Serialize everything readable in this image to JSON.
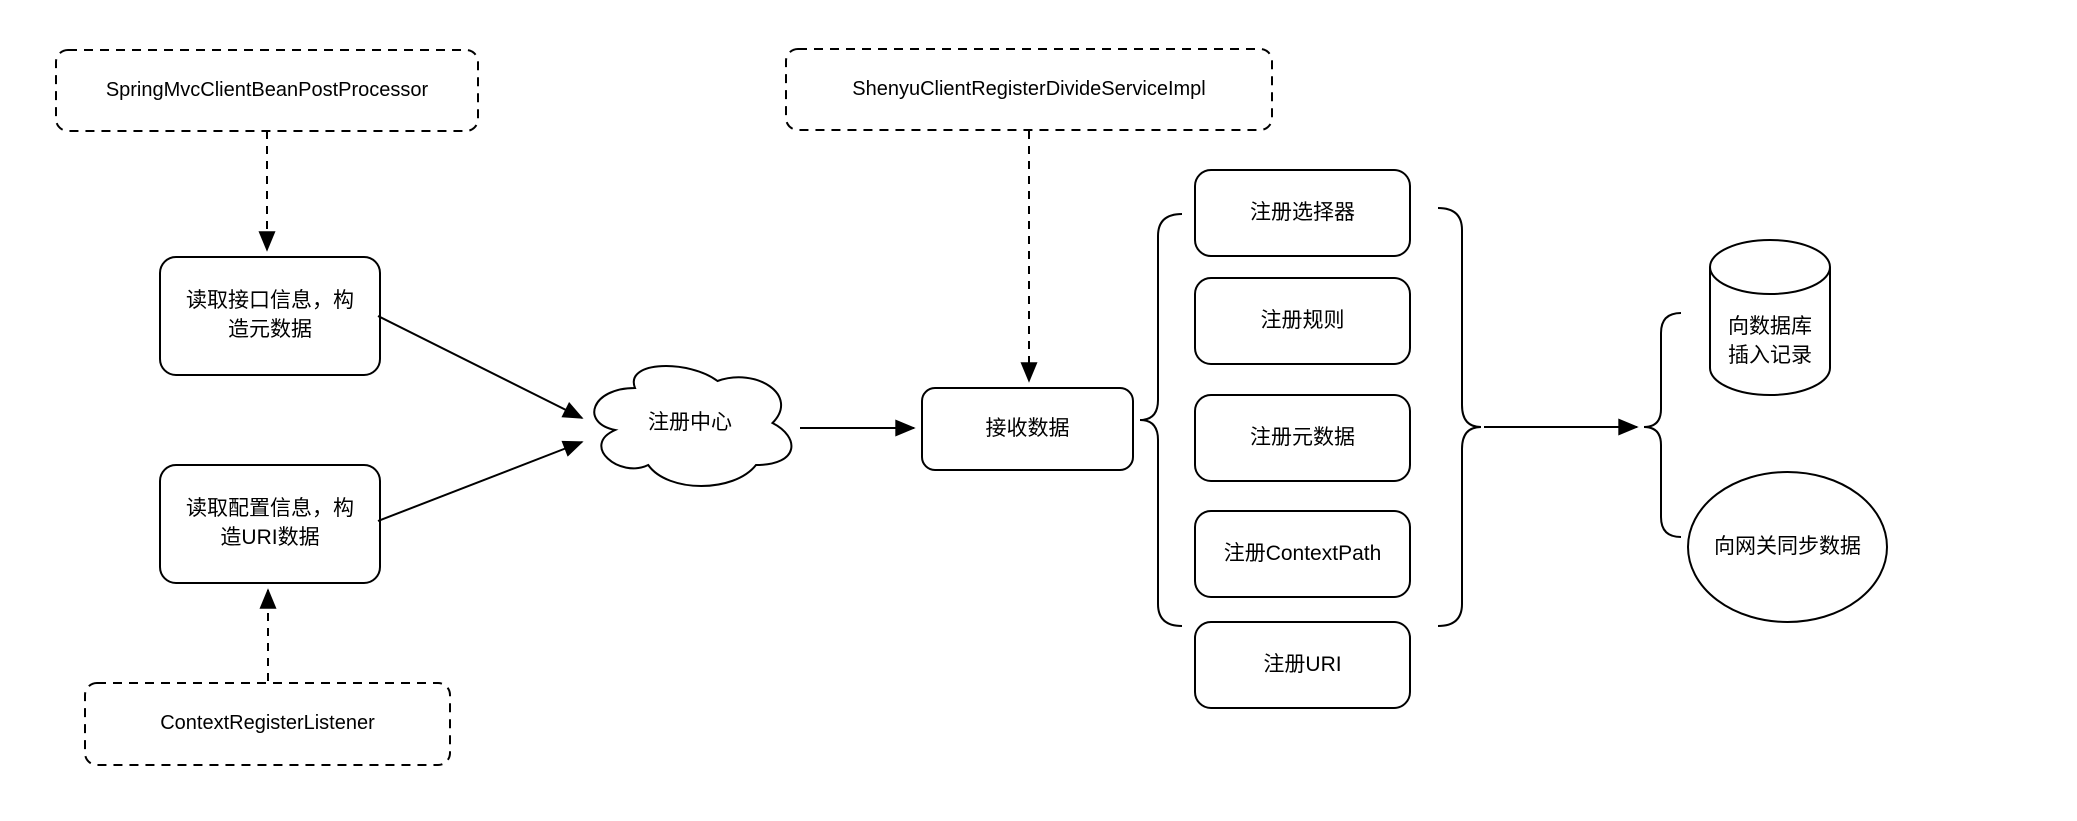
{
  "diagram": {
    "colors": {
      "stroke": "#000000",
      "background": "#ffffff",
      "text": "#000000"
    },
    "nodes": {
      "spring_mvc_processor": {
        "label": "SpringMvcClientBeanPostProcessor",
        "type": "dashed-box"
      },
      "read_interface_info": {
        "label": "读取接口信息，构\n造元数据",
        "type": "rounded-box"
      },
      "context_register_listener": {
        "label": "ContextRegisterListener",
        "type": "dashed-box"
      },
      "read_config_info": {
        "label": "读取配置信息，构\n造URI数据",
        "type": "rounded-box"
      },
      "register_center": {
        "label": "注册中心",
        "type": "cloud"
      },
      "shenyu_register_service": {
        "label": "ShenyuClientRegisterDivideServiceImpl",
        "type": "dashed-box"
      },
      "receive_data": {
        "label": "接收数据",
        "type": "rounded-box"
      },
      "register_selector": {
        "label": "注册选择器",
        "type": "rounded-box"
      },
      "register_rule": {
        "label": "注册规则",
        "type": "rounded-box"
      },
      "register_metadata": {
        "label": "注册元数据",
        "type": "rounded-box"
      },
      "register_context_path": {
        "label": "注册ContextPath",
        "type": "rounded-box"
      },
      "register_uri": {
        "label": "注册URI",
        "type": "rounded-box"
      },
      "insert_database_record": {
        "label": "向数据库\n插入记录",
        "type": "cylinder"
      },
      "sync_gateway_data": {
        "label": "向网关同步数据",
        "type": "ellipse"
      }
    },
    "edges": [
      {
        "from": "spring_mvc_processor",
        "to": "read_interface_info",
        "style": "dashed"
      },
      {
        "from": "context_register_listener",
        "to": "read_config_info",
        "style": "dashed"
      },
      {
        "from": "read_interface_info",
        "to": "register_center",
        "style": "solid"
      },
      {
        "from": "read_config_info",
        "to": "register_center",
        "style": "solid"
      },
      {
        "from": "register_center",
        "to": "receive_data",
        "style": "solid"
      },
      {
        "from": "shenyu_register_service",
        "to": "receive_data",
        "style": "dashed"
      },
      {
        "from": "receive_data",
        "to": "register-steps-group",
        "style": "brace"
      },
      {
        "from": "register-steps-group",
        "to": "results-group",
        "style": "solid"
      }
    ],
    "groups": [
      {
        "name": "register-steps-group",
        "members": [
          "register_selector",
          "register_rule",
          "register_metadata",
          "register_context_path",
          "register_uri"
        ]
      },
      {
        "name": "results-group",
        "members": [
          "insert_database_record",
          "sync_gateway_data"
        ]
      }
    ]
  }
}
